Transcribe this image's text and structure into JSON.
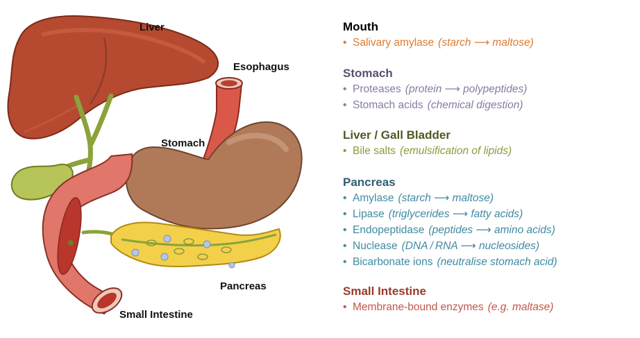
{
  "organ_labels": {
    "liver": "Liver",
    "esophagus": "Esophagus",
    "stomach": "Stomach",
    "pancreas": "Pancreas",
    "small_intestine": "Small Intestine"
  },
  "sections": [
    {
      "title": "Mouth",
      "color": "#000000",
      "item_color": "#e07a2c",
      "items": [
        {
          "enzyme": "Salivary amylase",
          "note": "(starch ⟶ maltose)"
        }
      ]
    },
    {
      "title": "Stomach",
      "color": "#5e5070",
      "item_color": "#8a7aa0",
      "items": [
        {
          "enzyme": "Proteases",
          "note": "(protein ⟶ polypeptides)"
        },
        {
          "enzyme": "Stomach acids",
          "note": "(chemical digestion)"
        }
      ]
    },
    {
      "title": "Liver / Gall Bladder",
      "color": "#4e5a24",
      "item_color": "#8c9a3c",
      "items": [
        {
          "enzyme": "Bile salts",
          "note": "(emulsification of lipids)"
        }
      ]
    },
    {
      "title": "Pancreas",
      "color": "#2f5f72",
      "item_color": "#3f8aa4",
      "items": [
        {
          "enzyme": "Amylase",
          "note": "(starch ⟶ maltose)"
        },
        {
          "enzyme": "Lipase",
          "note": "(triglycerides ⟶ fatty acids)"
        },
        {
          "enzyme": "Endopeptidase",
          "note": "(peptides ⟶ amino acids)"
        },
        {
          "enzyme": "Nuclease",
          "note": "(DNA / RNA ⟶ nucleosides)"
        },
        {
          "enzyme": "Bicarbonate ions",
          "note": "(neutralise stomach acid)"
        }
      ]
    },
    {
      "title": "Small Intestine",
      "color": "#9a3a2a",
      "item_color": "#c0574a",
      "items": [
        {
          "enzyme": "Membrane-bound enzymes",
          "note": "(e.g. maltase)"
        }
      ]
    }
  ]
}
